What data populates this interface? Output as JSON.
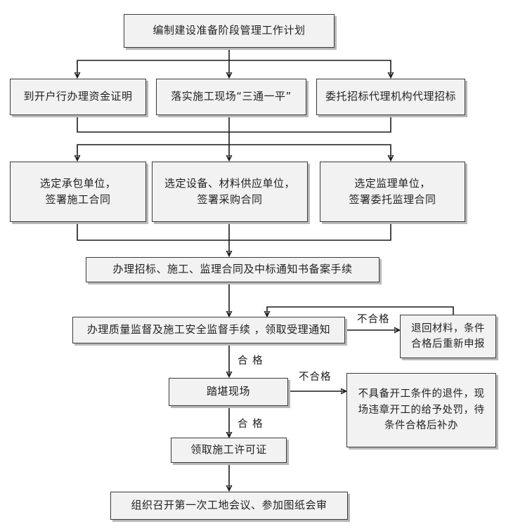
{
  "diagram": {
    "title_node": "编制建设准备阶段管理工作计划",
    "nodes": [
      {
        "id": "n1",
        "lines": [
          "编制建设准备阶段管理工作计划"
        ]
      },
      {
        "id": "n2",
        "lines": [
          "到开户行办理资金证明"
        ]
      },
      {
        "id": "n3",
        "lines": [
          "落实施工现场“三通一平”"
        ]
      },
      {
        "id": "n4",
        "lines": [
          "委托招标代理机构代理招标"
        ]
      },
      {
        "id": "n5",
        "lines": [
          "选定承包单位，",
          "签署施工合同"
        ]
      },
      {
        "id": "n6",
        "lines": [
          "选定设备、材料供应单位，",
          "签署采购合同"
        ]
      },
      {
        "id": "n7",
        "lines": [
          "选定监理单位，",
          "签署委托监理合同"
        ]
      },
      {
        "id": "n8",
        "lines": [
          "办理招标、施工、监理合同及中标通知书备案手续"
        ]
      },
      {
        "id": "n9",
        "lines": [
          "办理质量监督及施工安全监督手续 ，领取受理通知"
        ]
      },
      {
        "id": "n10",
        "lines": [
          "退回材料，条件",
          "合格后重新申报"
        ]
      },
      {
        "id": "n11",
        "lines": [
          "踏堪现场"
        ]
      },
      {
        "id": "n12",
        "lines": [
          "不具备开工条件的退件，现",
          "场违章开工的给予处罚，待",
          "条件合格后补办"
        ]
      },
      {
        "id": "n13",
        "lines": [
          "领取施工许可证"
        ]
      },
      {
        "id": "n14",
        "lines": [
          "组织召开第一次工地会议、参加图纸会审"
        ]
      }
    ],
    "edge_labels": [
      {
        "id": "e1",
        "text": "不合格"
      },
      {
        "id": "e2",
        "text": "合 格"
      },
      {
        "id": "e3",
        "text": "不合格"
      },
      {
        "id": "e4",
        "text": "合 格"
      }
    ],
    "colors": {
      "node_fill": "#f2f2f2",
      "node_border": "#3a3a3a",
      "node_shadow": "#b8b8b8",
      "wire": "#1a1a1a",
      "text": "#222222",
      "background": "#ffffff"
    }
  }
}
